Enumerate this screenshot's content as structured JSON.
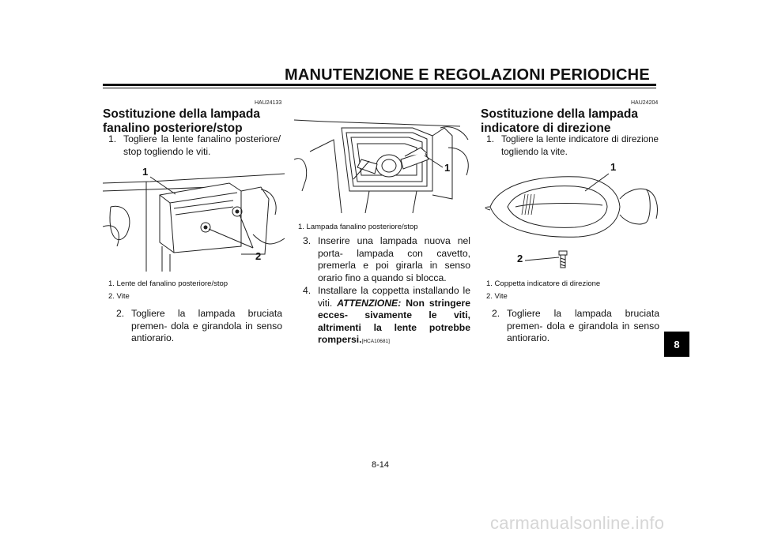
{
  "header": {
    "title": "MANUTENZIONE E REGOLAZIONI PERIODICHE"
  },
  "left": {
    "code": "HAU24133",
    "title_line1": "Sostituzione della lampada",
    "title_line2": "fanalino posteriore/stop",
    "step1": {
      "num": "1.",
      "text": "Togliere la lente fanalino posteriore/ stop togliendo le viti."
    },
    "figure": {
      "callout1": "1",
      "callout2": "2"
    },
    "caption1": "1.  Lente del fanalino posteriore/stop",
    "caption2": "2.  Vite",
    "step2": {
      "num": "2.",
      "text": "Togliere la lampada bruciata premen- dola e girandola in senso antiorario."
    }
  },
  "middle": {
    "figure": {
      "callout1": "1"
    },
    "caption1": "1.  Lampada fanalino posteriore/stop",
    "step3": {
      "num": "3.",
      "text": "Inserire una lampada nuova nel porta- lampada con cavetto, premerla e poi girarla in senso orario fino a quando si blocca."
    },
    "step4": {
      "num": "4.",
      "text": "Installare la coppetta installando le viti."
    },
    "warning": {
      "label": "ATTENZIONE:",
      "text": "Non stringere ecces- sivamente le viti, altrimenti la lente potrebbe rompersi.",
      "code": "[HCA10681]"
    }
  },
  "right": {
    "code": "HAU24204",
    "title_line1": "Sostituzione della lampada",
    "title_line2": "indicatore di direzione",
    "step1": {
      "num": "1.",
      "text": "Togliere la lente indicatore di direzione togliendo la vite."
    },
    "figure": {
      "callout1": "1",
      "callout2": "2"
    },
    "caption1": "1.  Coppetta indicatore di direzione",
    "caption2": "2.  Vite",
    "step2": {
      "num": "2.",
      "text": "Togliere la lampada bruciata premen- dola e girandola in senso antiorario."
    }
  },
  "footer": {
    "page_number": "8-14",
    "chapter_tab": "8"
  },
  "watermark": "carmanualsonline.info"
}
